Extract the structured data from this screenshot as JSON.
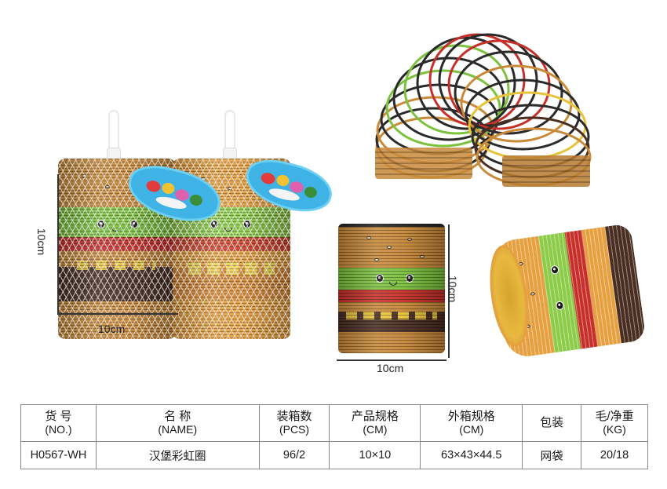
{
  "dimensions": {
    "left_group_height": "10cm",
    "left_group_width": "10cm",
    "single_height": "10cm",
    "single_width": "10cm"
  },
  "images": {
    "packaged_pair": "two-netted-burger-springs-with-tags",
    "arched_spring": "burger-rainbow-spring-arched",
    "single_upright": "burger-rainbow-spring-upright",
    "single_side": "burger-rainbow-spring-side-view"
  },
  "colors": {
    "bun": "#c98a3a",
    "bun_light": "#e6a040",
    "lettuce": "#7cc23e",
    "tomato": "#c7302a",
    "patty": "#4a2e22",
    "cheese": "#e8c33a",
    "tag_blue": "#3fb2e6",
    "table_border": "#8a8a8a"
  },
  "table": {
    "headers": [
      {
        "cn": "货 号",
        "en": "(NO.)"
      },
      {
        "cn": "名 称",
        "en": "(NAME)"
      },
      {
        "cn": "装箱数",
        "en": "(PCS)"
      },
      {
        "cn": "产品规格",
        "en": "(CM)"
      },
      {
        "cn": "外箱规格",
        "en": "(CM)"
      },
      {
        "cn": "包装",
        "en": ""
      },
      {
        "cn": "毛/净重",
        "en": "(KG)"
      }
    ],
    "row": {
      "no": "H0567-WH",
      "name": "汉堡彩虹圈",
      "pcs": "96/2",
      "product_size": "10×10",
      "carton_size": "63×43×44.5",
      "packing": "网袋",
      "weight": "20/18"
    }
  }
}
